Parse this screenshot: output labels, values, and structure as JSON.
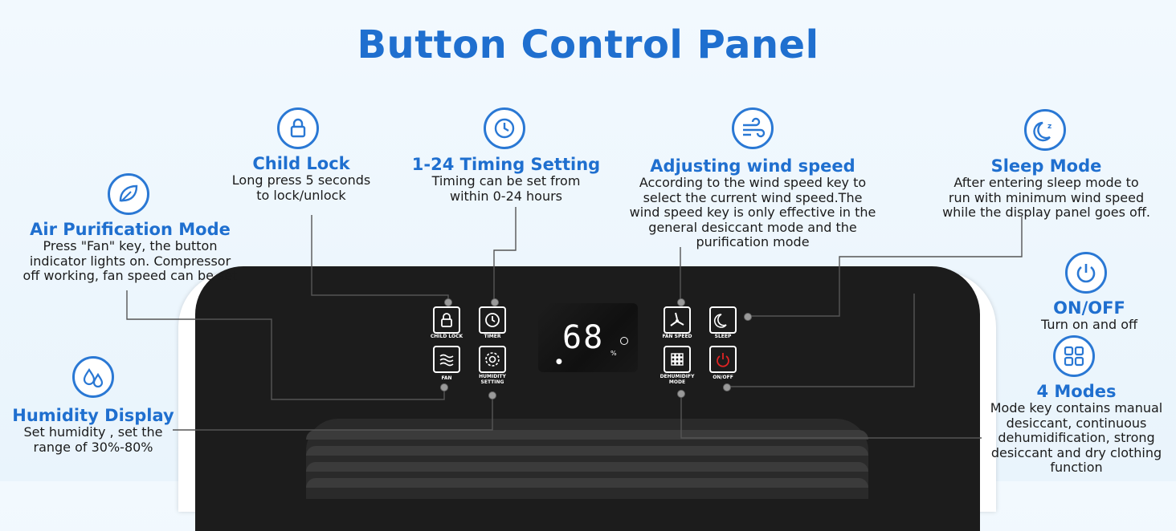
{
  "title": "Button Control Panel",
  "features": {
    "air_purification": {
      "heading": "Air Purification Mode",
      "desc": "Press \"Fan\" key, the button\nindicator lights on. Compressor\noff working, fan speed can be set",
      "icon": "leaf-icon"
    },
    "child_lock": {
      "heading": "Child Lock",
      "desc": "Long press 5 seconds\nto lock/unlock",
      "icon": "lock-icon"
    },
    "timing": {
      "heading": "1-24 Timing Setting",
      "desc": "Timing can be set from\nwithin 0-24 hours",
      "icon": "clock-icon"
    },
    "wind_speed": {
      "heading": "Adjusting wind speed",
      "desc": "According to the wind speed key to\nselect the current wind speed.The\nwind speed key is only effective in the\ngeneral desiccant mode and the\npurification mode",
      "icon": "wind-icon"
    },
    "sleep": {
      "heading": "Sleep Mode",
      "desc": "After entering sleep mode to\nrun with minimum wind speed\nwhile the display panel goes off.",
      "icon": "moon-icon"
    },
    "on_off": {
      "heading": "ON/OFF",
      "desc": "Turn on and off",
      "icon": "power-icon"
    },
    "modes": {
      "heading": "4 Modes",
      "desc": "Mode key contains manual\ndesiccant, continuous\ndehumidification, strong\ndesiccant and dry clothing\nfunction",
      "icon": "grid-icon"
    },
    "humidity_display": {
      "heading": "Humidity Display",
      "desc": "Set humidity , set the\nrange of 30%-80%",
      "icon": "droplets-icon"
    }
  },
  "panel": {
    "display_value": "68",
    "display_unit": "%",
    "buttons": {
      "child_lock": "CHILD LOCK",
      "timer": "TIMER",
      "fan": "FAN",
      "humidity_setting": "HUMIDITY\nSETTING",
      "fan_speed": "FAN SPEED",
      "sleep": "SLEEP",
      "dehumidify_mode": "DEHUMIDIFY\nMODE",
      "on_off": "ON/OFF"
    }
  },
  "colors": {
    "accent": "#1f6fcf",
    "device": "#1c1c1c",
    "power_red": "#e02424"
  }
}
